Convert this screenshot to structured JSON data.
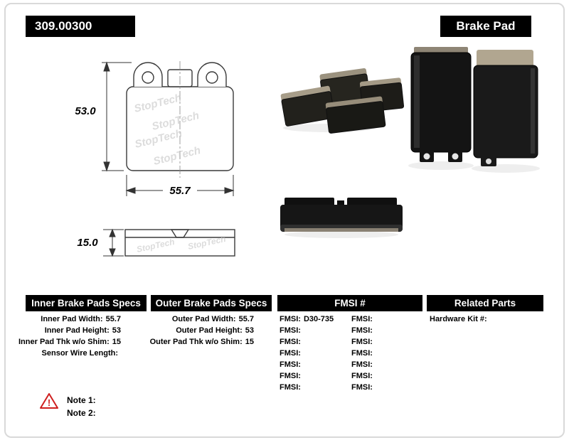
{
  "header": {
    "part_number": "309.00300",
    "product_type": "Brake Pad"
  },
  "diagram": {
    "watermark": "StopTech",
    "front": {
      "height_label": "53.0",
      "width_label": "55.7"
    },
    "side": {
      "thickness_label": "15.0"
    }
  },
  "specs": {
    "inner": {
      "title": "Inner Brake Pads Specs",
      "rows": [
        {
          "label": "Inner Pad Width:",
          "value": "55.7"
        },
        {
          "label": "Inner Pad Height:",
          "value": "53"
        },
        {
          "label": "Inner Pad Thk w/o Shim:",
          "value": "15"
        },
        {
          "label": "Sensor Wire Length:",
          "value": ""
        }
      ]
    },
    "outer": {
      "title": "Outer Brake Pads Specs",
      "rows": [
        {
          "label": "Outer Pad Width:",
          "value": "55.7"
        },
        {
          "label": "Outer Pad Height:",
          "value": "53"
        },
        {
          "label": "Outer Pad Thk w/o Shim:",
          "value": "15"
        }
      ]
    },
    "fmsi": {
      "title": "FMSI #",
      "left_rows": [
        {
          "label": "FMSI:",
          "value": "D30-735"
        },
        {
          "label": "FMSI:",
          "value": ""
        },
        {
          "label": "FMSI:",
          "value": ""
        },
        {
          "label": "FMSI:",
          "value": ""
        },
        {
          "label": "FMSI:",
          "value": ""
        },
        {
          "label": "FMSI:",
          "value": ""
        },
        {
          "label": "FMSI:",
          "value": ""
        }
      ],
      "right_rows": [
        {
          "label": "FMSI:",
          "value": ""
        },
        {
          "label": "FMSI:",
          "value": ""
        },
        {
          "label": "FMSI:",
          "value": ""
        },
        {
          "label": "FMSI:",
          "value": ""
        },
        {
          "label": "FMSI:",
          "value": ""
        },
        {
          "label": "FMSI:",
          "value": ""
        },
        {
          "label": "FMSI:",
          "value": ""
        }
      ]
    },
    "related": {
      "title": "Related Parts",
      "rows": [
        {
          "label": "Hardware Kit #:",
          "value": ""
        }
      ]
    }
  },
  "notes": {
    "warning_glyph": "!",
    "items": [
      {
        "label": "Note 1:"
      },
      {
        "label": "Note 2:"
      }
    ]
  }
}
